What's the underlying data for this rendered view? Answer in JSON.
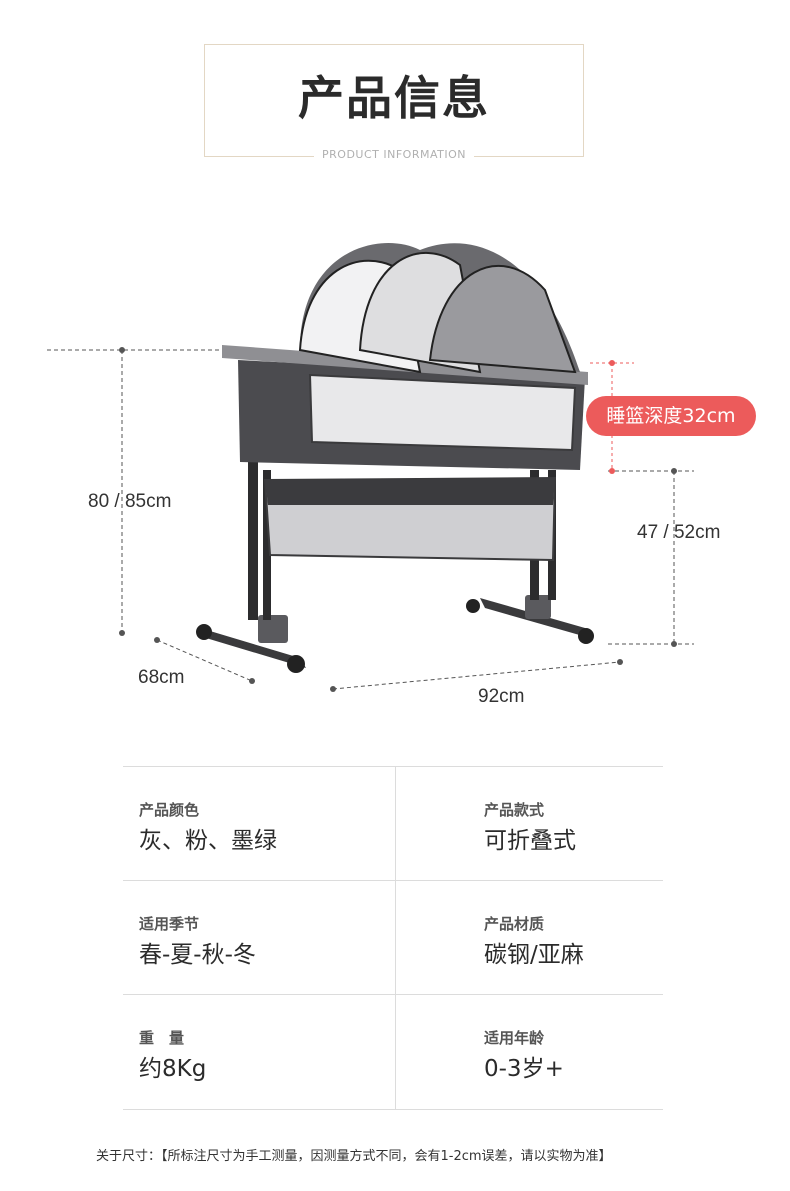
{
  "header": {
    "title": "产品信息",
    "subtitle": "PRODUCT INFORMATION"
  },
  "dimensions": {
    "height_total": "80 / 85cm",
    "depth_width": "68cm",
    "length": "92cm",
    "bed_height": "47 / 52cm",
    "basket_depth": "睡篮深度32cm"
  },
  "specs": [
    {
      "left": {
        "label": "产品颜色",
        "value": "灰、粉、墨绿"
      },
      "right": {
        "label": "产品款式",
        "value": "可折叠式"
      }
    },
    {
      "left": {
        "label": "适用季节",
        "value": "春-夏-秋-冬"
      },
      "right": {
        "label": "产品材质",
        "value": "碳钢/亚麻"
      }
    },
    {
      "left": {
        "label": "重　量",
        "value": "约8Kg"
      },
      "right": {
        "label": "适用年龄",
        "value": "0-3岁+"
      }
    }
  ],
  "footnote": "关于尺寸：【所标注尺寸为手工测量，因测量方式不同，会有1-2cm误差，请以实物为准】",
  "colors": {
    "accent_red": "#ec5b5b",
    "frame_dark": "#3a3a3c",
    "fabric_gray": "#4b4b4f",
    "border_beige": "#e3d7c4"
  }
}
